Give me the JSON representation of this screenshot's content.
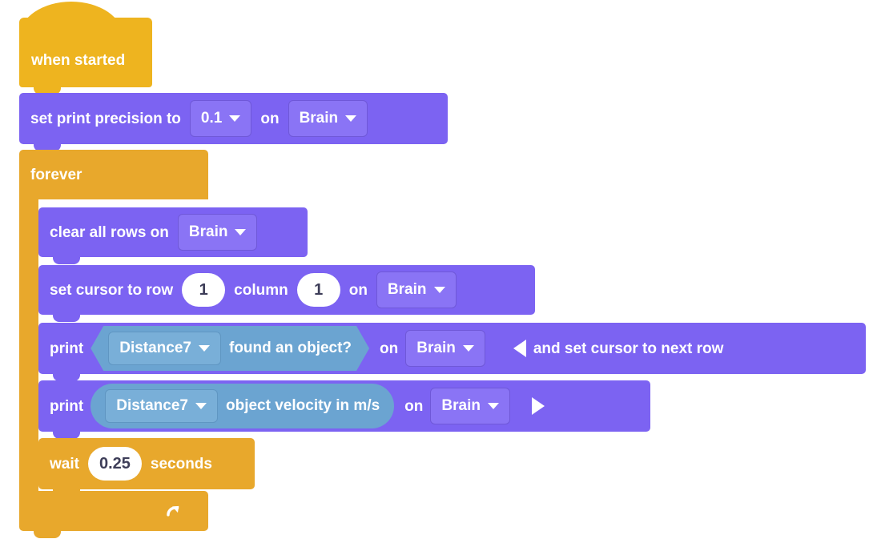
{
  "app": {
    "title": "VEXcode Block Workspace",
    "canvas_background": "#ffffff"
  },
  "colors": {
    "events_yellow": "#eeb41f",
    "control_orange": "#e8a82c",
    "looks_purple": "#7c63f2",
    "sensing_blue": "#6ba4d1",
    "field_purple": "#8a74f5",
    "field_blue": "#79afd8",
    "input_white": "#ffffff",
    "input_text": "#3d3d58",
    "block_text": "#ffffff"
  },
  "script": {
    "hat": {
      "label": "when started",
      "category": "events"
    },
    "blocks": [
      {
        "id": "set-print-precision",
        "category": "looks",
        "parts": [
          {
            "type": "label",
            "text": "set print precision to"
          },
          {
            "type": "dropdown",
            "name": "precision",
            "value": "0.1"
          },
          {
            "type": "label",
            "text": "on"
          },
          {
            "type": "dropdown",
            "name": "device",
            "value": "Brain"
          }
        ]
      },
      {
        "id": "forever",
        "category": "control",
        "label": "forever",
        "loop_icon": "loop-arrow-icon"
      },
      {
        "id": "clear-all-rows",
        "category": "looks",
        "parts": [
          {
            "type": "label",
            "text": "clear all rows on"
          },
          {
            "type": "dropdown",
            "name": "device",
            "value": "Brain"
          }
        ]
      },
      {
        "id": "set-cursor",
        "category": "looks",
        "parts": [
          {
            "type": "label",
            "text": "set cursor to row"
          },
          {
            "type": "number",
            "name": "row",
            "value": "1"
          },
          {
            "type": "label",
            "text": "column"
          },
          {
            "type": "number",
            "name": "column",
            "value": "1"
          },
          {
            "type": "label",
            "text": "on"
          },
          {
            "type": "dropdown",
            "name": "device",
            "value": "Brain"
          }
        ]
      },
      {
        "id": "print-found-object",
        "category": "looks",
        "parts": [
          {
            "type": "label",
            "text": "print"
          },
          {
            "type": "boolean-reporter",
            "category": "sensing",
            "sensor_dropdown": "Distance7",
            "text": "found an object?"
          },
          {
            "type": "label",
            "text": "on"
          },
          {
            "type": "dropdown",
            "name": "device",
            "value": "Brain"
          },
          {
            "type": "icon",
            "name": "triangle-left-icon"
          },
          {
            "type": "label",
            "text": "and set cursor to next row"
          }
        ]
      },
      {
        "id": "print-object-velocity",
        "category": "looks",
        "parts": [
          {
            "type": "label",
            "text": "print"
          },
          {
            "type": "round-reporter",
            "category": "sensing",
            "sensor_dropdown": "Distance7",
            "text": "object velocity in m/s"
          },
          {
            "type": "label",
            "text": "on"
          },
          {
            "type": "dropdown",
            "name": "device",
            "value": "Brain"
          },
          {
            "type": "icon",
            "name": "triangle-right-icon"
          }
        ]
      },
      {
        "id": "wait",
        "category": "control",
        "parts": [
          {
            "type": "label",
            "text": "wait"
          },
          {
            "type": "number",
            "name": "seconds",
            "value": "0.25"
          },
          {
            "type": "label",
            "text": "seconds"
          }
        ]
      }
    ]
  },
  "labels": {
    "when_started": "when started",
    "set_print_precision_to": "set print precision to",
    "precision_value": "0.1",
    "on": "on",
    "brain": "Brain",
    "forever": "forever",
    "clear_all_rows_on": "clear all rows on",
    "set_cursor_to_row": "set cursor to row",
    "row_value": "1",
    "column": "column",
    "column_value": "1",
    "print": "print",
    "distance_sensor": "Distance7",
    "found_an_object": "found an object?",
    "and_set_cursor_to_next_row": "and set cursor to next row",
    "object_velocity": "object velocity in m/s",
    "wait": "wait",
    "wait_value": "0.25",
    "seconds": "seconds"
  }
}
